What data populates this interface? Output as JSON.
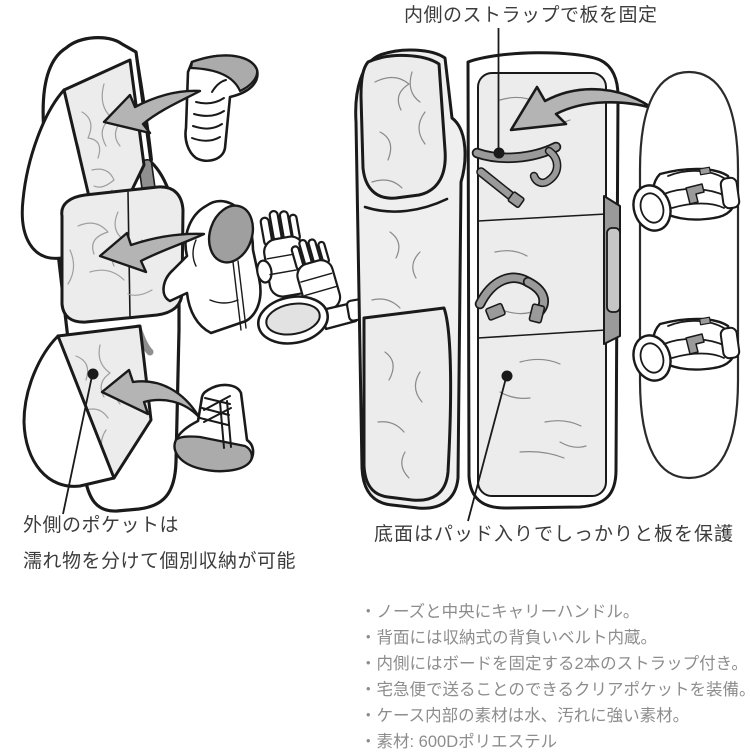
{
  "annotations": {
    "top": "内側のストラップで板を固定",
    "left_line1": "外側のポケットは",
    "left_line2": "濡れ物を分けて個別収納が可能",
    "bottom_right": "底面はパッド入りでしっかりと板を保護"
  },
  "features": {
    "items": [
      "・ノーズと中央にキャリーハンドル。",
      "・背面には収納式の背負いベルト内蔵。",
      "・内側にはボードを固定する2本のストラップ付き。",
      "・宅急便で送ることのできるクリアポケットを装備。",
      "・ケース内部の素材は水、汚れに強い素材。",
      "・素材: 600Dポリエステル"
    ]
  },
  "illustrations": {
    "left_bag": "snowboard bag with three outer pockets opened (boots, jacket, gloves, goggles being packed)",
    "right_bag": "snowboard bag opened flat showing inner fixing straps and padded base",
    "snowboard": "snowboard with two bindings"
  },
  "icons": {
    "pocket_arrows": "curved-arrow-into-pocket-icon",
    "board_arrow": "curved-arrow-board-into-bag-icon",
    "leader_dots": "callout-dot"
  },
  "colors": {
    "line": "#1a1a1a",
    "lining_gray": "#ececec",
    "arrow_gray": "#b4b4b4",
    "strap_gray": "#9a9a9a",
    "annotation_text": "#3c3c3c",
    "feature_text": "#8d8d8d",
    "background": "#ffffff"
  }
}
